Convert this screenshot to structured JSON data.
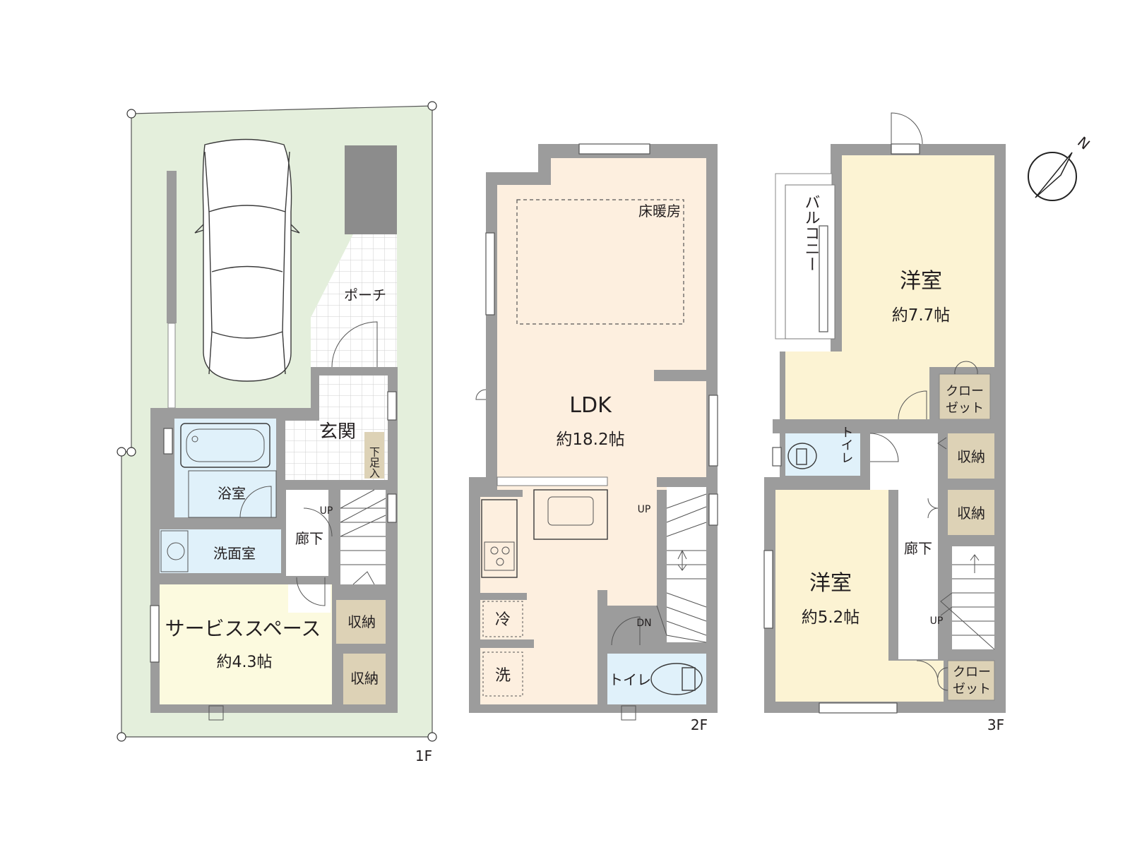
{
  "floors": {
    "f1": {
      "label": "1F",
      "rooms": {
        "porch": "ポーチ",
        "entrance": "玄関",
        "shoe_box": "下足入",
        "bath": "浴室",
        "washroom": "洗面室",
        "hall": "廊下",
        "up": "UP",
        "service_space": "サービススペース",
        "service_space_size": "約4.3帖",
        "storage1": "収納",
        "storage2": "収納"
      }
    },
    "f2": {
      "label": "2F",
      "rooms": {
        "ldk": "LDK",
        "ldk_size": "約18.2帖",
        "floor_heating": "床暖房",
        "fridge": "冷",
        "washer": "洗",
        "up": "UP",
        "dn": "DN",
        "toilet": "トイレ"
      }
    },
    "f3": {
      "label": "3F",
      "rooms": {
        "balcony": "バルコニー",
        "western1": "洋室",
        "western1_size": "約7.7帖",
        "closet1": [
          "クロー",
          "ゼット"
        ],
        "toilet": "トイレ",
        "storage1": "収納",
        "storage2": "収納",
        "hall": "廊下",
        "western2": "洋室",
        "western2_size": "約5.2帖",
        "up": "UP",
        "closet2": [
          "クロー",
          "ゼット"
        ]
      }
    }
  },
  "compass": {
    "label": "N",
    "icon": "compass-icon"
  },
  "colors": {
    "lot": "#e4efdc",
    "living": "#fdefdf",
    "western": "#fcf3d3",
    "wet": "#e0f1fa",
    "service": "#fcfadf",
    "storage": "#ddd2b6",
    "wall": "#9c9c9c"
  }
}
